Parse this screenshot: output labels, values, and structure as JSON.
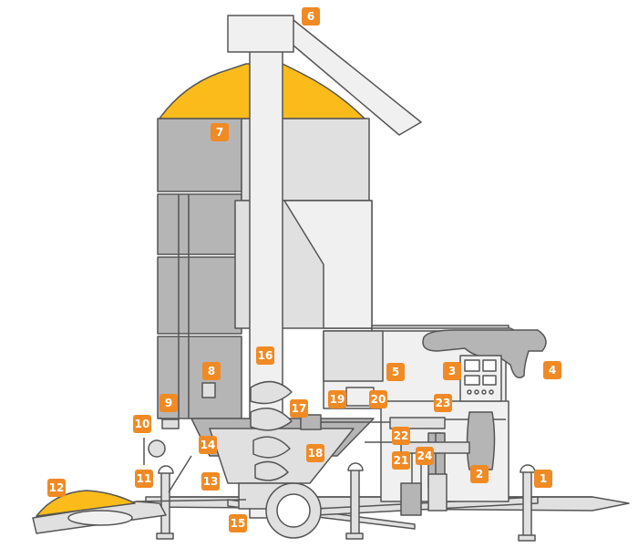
{
  "colors": {
    "outline": "#555555",
    "panel_dark": "#b5b5b5",
    "panel_light": "#e0e0e0",
    "panel_lighter": "#f0f0f0",
    "grain": "#fbbc1b",
    "callout": "#f08a24",
    "callout_text": "#ffffff"
  },
  "callouts": [
    {
      "id": "1",
      "label": "1"
    },
    {
      "id": "2",
      "label": "2"
    },
    {
      "id": "3",
      "label": "3"
    },
    {
      "id": "4",
      "label": "4"
    },
    {
      "id": "5",
      "label": "5"
    },
    {
      "id": "6",
      "label": "6"
    },
    {
      "id": "7",
      "label": "7"
    },
    {
      "id": "8",
      "label": "8"
    },
    {
      "id": "9",
      "label": "9"
    },
    {
      "id": "10",
      "label": "10"
    },
    {
      "id": "11",
      "label": "11"
    },
    {
      "id": "12",
      "label": "12"
    },
    {
      "id": "13",
      "label": "13"
    },
    {
      "id": "14",
      "label": "14"
    },
    {
      "id": "15",
      "label": "15"
    },
    {
      "id": "16",
      "label": "16"
    },
    {
      "id": "17",
      "label": "17"
    },
    {
      "id": "18",
      "label": "18"
    },
    {
      "id": "19",
      "label": "19"
    },
    {
      "id": "20",
      "label": "20"
    },
    {
      "id": "21",
      "label": "21"
    },
    {
      "id": "22",
      "label": "22"
    },
    {
      "id": "23",
      "label": "23"
    },
    {
      "id": "24",
      "label": "24"
    }
  ]
}
